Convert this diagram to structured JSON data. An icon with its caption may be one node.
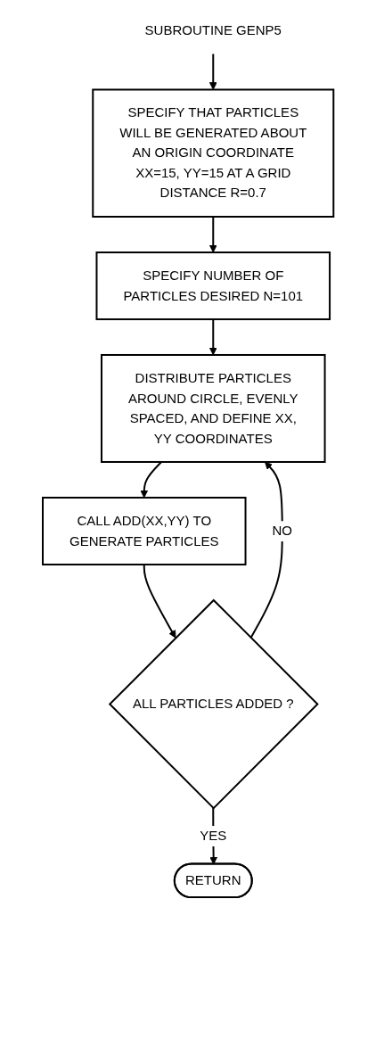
{
  "diagram": {
    "nodes": [
      {
        "text": [
          "SUBROUTINE GENP5"
        ]
      },
      {
        "text": [
          "SPECIFY THAT PARTICLES WILL BE GENERATED ABOUT AN ORIGIN COORDINATE XX=15, YY=15 AT A GRID DISTANCE R=0.7"
        ]
      },
      {
        "text": [
          "SPECIFY NUMBER OF PARTICLES DESIRED N=101"
        ]
      },
      {
        "text": [
          "DISTRIBUTE PARTICLES AROUND CIRCLE, EVENLY SPACED, AND DEFINE XX, YY COORDINATES"
        ]
      },
      {
        "text": [
          "CALL ADD(XX,YY) TO GENERATE PARTICLES"
        ]
      },
      {
        "text": [
          "ALL PARTICLES ADDED ?"
        ]
      },
      {
        "text": [
          "RETURN"
        ]
      }
    ],
    "edges": [
      {
        "from": 0,
        "to": 1,
        "arrow": "to"
      },
      {
        "from": 1,
        "to": 2,
        "arrow": "to"
      },
      {
        "from": 2,
        "to": 3,
        "arrow": "to"
      },
      {
        "from": 3,
        "to": 4,
        "arrow": "to"
      },
      {
        "from": 4,
        "to": 5,
        "arrow": "to"
      },
      {
        "from": 5,
        "to": 3,
        "label": "NO",
        "arrow": "to"
      },
      {
        "from": 5,
        "to": 6,
        "label": "YES",
        "arrow": "to"
      }
    ]
  }
}
